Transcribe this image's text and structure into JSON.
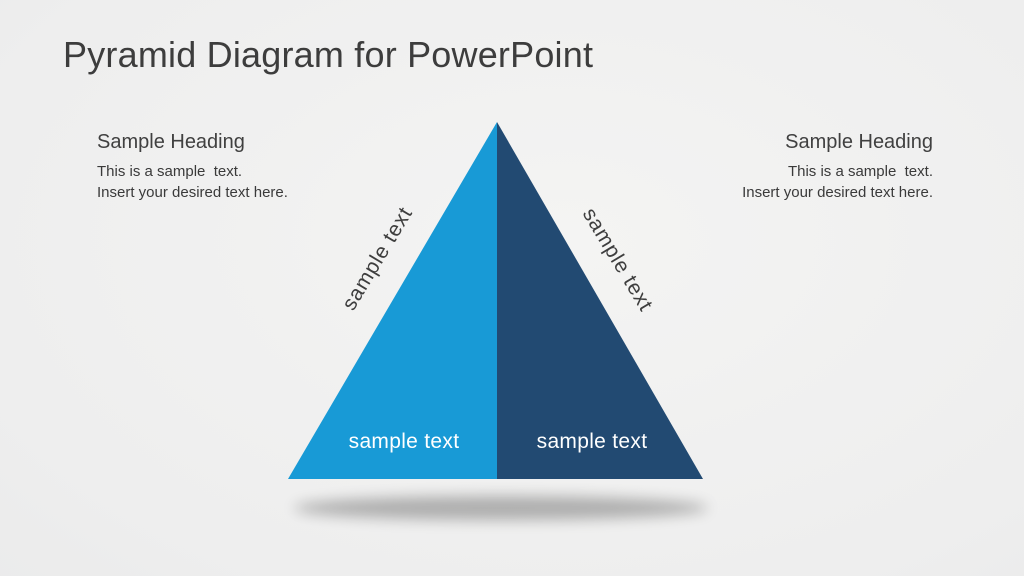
{
  "title": "Pyramid Diagram for PowerPoint",
  "notes": {
    "left": {
      "heading": "Sample Heading",
      "body_line1": "This is a sample  text.",
      "body_line2": "Insert your desired text here."
    },
    "right": {
      "heading": "Sample Heading",
      "body_line1": "This is a sample  text.",
      "body_line2": "Insert your desired text here."
    }
  },
  "pyramid": {
    "left_segment": {
      "side_label": "sample text",
      "base_label": "sample text",
      "color": "#189AD6"
    },
    "right_segment": {
      "side_label": "sample text",
      "base_label": "sample text",
      "color": "#224A72"
    }
  },
  "colors": {
    "title_text": "#3d3d3d",
    "note_text": "#3a3a3a",
    "side_label_text": "#3e3e3e",
    "base_label_text": "#ffffff",
    "background_edge": "#e2e3e4",
    "background_center": "#f4f4f3"
  }
}
